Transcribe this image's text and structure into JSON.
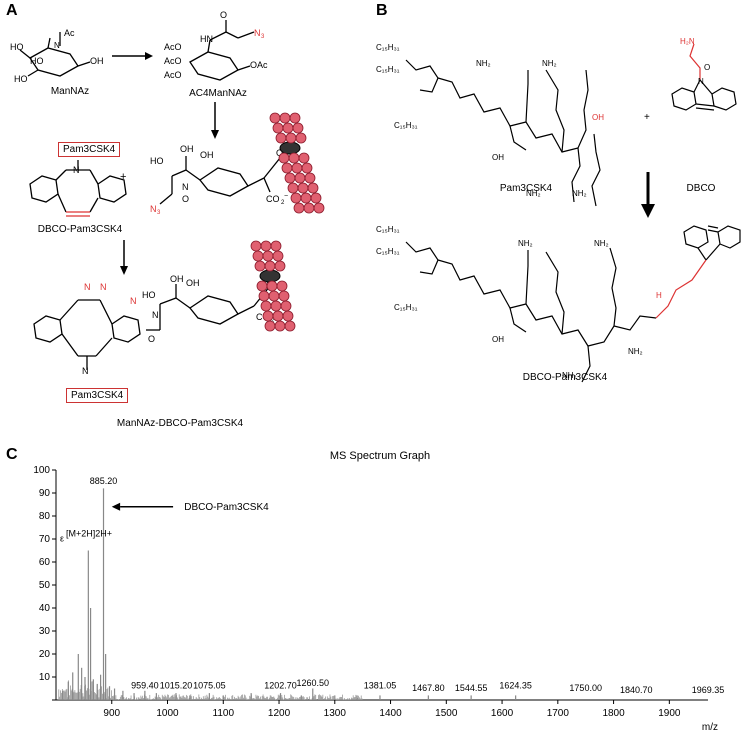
{
  "panels": {
    "a_label": "A",
    "b_label": "B",
    "c_label": "C"
  },
  "panel_a": {
    "manna_text": "ManNAz",
    "ac4manna_text": "AC4ManNAz",
    "dbco_pam_box": "Pam3CSK4",
    "dbco_pam_caption": "DBCO-Pam3CSK4",
    "bottom_box": "Pam3CSK4",
    "bottom_caption": "ManNAz-DBCO-Pam3CSK4"
  },
  "panel_b": {
    "pam_caption": "Pam3CSK4",
    "dbco_caption": "DBCO",
    "product_caption": "DBCO-Pam3CSK4",
    "plus": "+"
  },
  "chart_data": {
    "type": "line",
    "title": "MS Spectrum Graph",
    "xlabel": "m/z",
    "ylabel": "",
    "xlim": [
      800,
      1969.35
    ],
    "ylim": [
      0,
      100
    ],
    "yticks": [
      10,
      20,
      30,
      40,
      50,
      60,
      70,
      80,
      90,
      100
    ],
    "xticks": [
      900,
      1000,
      1100,
      1200,
      1300,
      1400,
      1500,
      1600,
      1700,
      1800,
      1900
    ],
    "peaks": [
      {
        "x": 812,
        "y": 4
      },
      {
        "x": 822,
        "y": 8
      },
      {
        "x": 830,
        "y": 12
      },
      {
        "x": 840,
        "y": 20
      },
      {
        "x": 846,
        "y": 14
      },
      {
        "x": 852,
        "y": 10
      },
      {
        "x": 858,
        "y": 65
      },
      {
        "x": 862,
        "y": 40
      },
      {
        "x": 867,
        "y": 9
      },
      {
        "x": 874,
        "y": 7
      },
      {
        "x": 880,
        "y": 11
      },
      {
        "x": 885.2,
        "y": 92
      },
      {
        "x": 889,
        "y": 20
      },
      {
        "x": 896,
        "y": 6
      },
      {
        "x": 905,
        "y": 5
      },
      {
        "x": 920,
        "y": 4
      },
      {
        "x": 940,
        "y": 3
      },
      {
        "x": 959.4,
        "y": 4
      },
      {
        "x": 980,
        "y": 3
      },
      {
        "x": 1015.2,
        "y": 3
      },
      {
        "x": 1040,
        "y": 2
      },
      {
        "x": 1075.05,
        "y": 3
      },
      {
        "x": 1100,
        "y": 2
      },
      {
        "x": 1150,
        "y": 3
      },
      {
        "x": 1202.7,
        "y": 3
      },
      {
        "x": 1240,
        "y": 2
      },
      {
        "x": 1260.5,
        "y": 5
      },
      {
        "x": 1300,
        "y": 2
      },
      {
        "x": 1340,
        "y": 2
      },
      {
        "x": 1381.05,
        "y": 2
      },
      {
        "x": 1467.8,
        "y": 2
      },
      {
        "x": 1544.55,
        "y": 2
      },
      {
        "x": 1624.35,
        "y": 2
      }
    ],
    "annotations": [
      {
        "x": 885.2,
        "y": 94,
        "text": "885.20"
      },
      {
        "x": 959.4,
        "y": 5,
        "text": "959.40"
      },
      {
        "x": 1015.2,
        "y": 5,
        "text": "1015.20"
      },
      {
        "x": 1075.05,
        "y": 5,
        "text": "1075.05"
      },
      {
        "x": 1202.7,
        "y": 5,
        "text": "1202.70"
      },
      {
        "x": 1260.5,
        "y": 6,
        "text": "1260.50"
      },
      {
        "x": 1381.05,
        "y": 5,
        "text": "1381.05"
      },
      {
        "x": 1467.8,
        "y": 4,
        "text": "1467.80"
      },
      {
        "x": 1544.55,
        "y": 4,
        "text": "1544.55"
      },
      {
        "x": 1624.35,
        "y": 5,
        "text": "1624.35"
      },
      {
        "x": 1750.0,
        "y": 4,
        "text": "1750.00"
      },
      {
        "x": 1840.7,
        "y": 3,
        "text": "1840.70"
      },
      {
        "x": 1969.35,
        "y": 3,
        "text": "1969.35"
      }
    ],
    "arrow_label": "DBCO-Pam3CSK4",
    "ion_label": "[M+2H]2H+",
    "ion_prefix": "ε"
  }
}
